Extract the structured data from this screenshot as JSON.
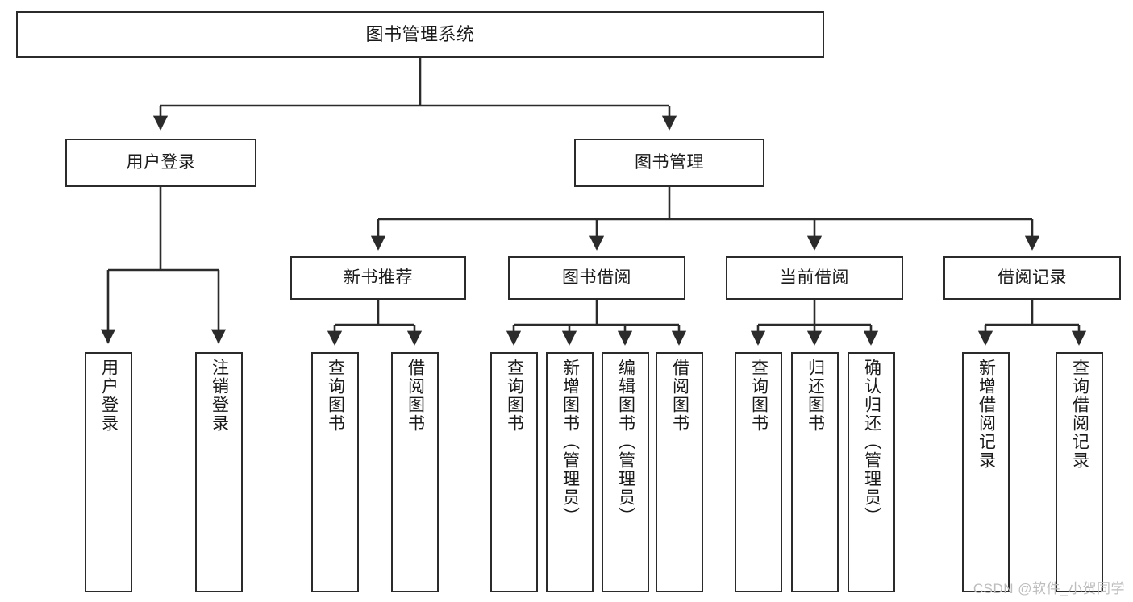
{
  "diagram": {
    "type": "tree",
    "title": "图书管理系统",
    "theme": {
      "box_border": "#2b2b2b",
      "box_fill": "#ffffff",
      "text": "#1a1a1a",
      "edge": "#2b2b2b",
      "background": "#ffffff",
      "watermark": "#bdbdbd"
    },
    "levels": {
      "root": "图书管理系统",
      "level2": [
        "用户登录",
        "图书管理"
      ],
      "level3": [
        "新书推荐",
        "图书借阅",
        "当前借阅",
        "借阅记录"
      ]
    },
    "nodes": {
      "root": {
        "label": "图书管理系统"
      },
      "user_login": {
        "label": "用户登录"
      },
      "book_manage": {
        "label": "图书管理"
      },
      "new_book_rec": {
        "label": "新书推荐"
      },
      "book_borrow": {
        "label": "图书借阅"
      },
      "current_borrow": {
        "label": "当前借阅"
      },
      "borrow_record": {
        "label": "借阅记录"
      },
      "leaf_user_login": {
        "label": "用户登录"
      },
      "leaf_logout": {
        "label": "注销登录"
      },
      "leaf_query_book_1": {
        "label": "查询图书"
      },
      "leaf_borrow_book_1": {
        "label": "借阅图书"
      },
      "leaf_query_book_2": {
        "label": "查询图书"
      },
      "leaf_add_book": {
        "label": "新增图书（管理员）"
      },
      "leaf_edit_book": {
        "label": "编辑图书（管理员）"
      },
      "leaf_borrow_book_2": {
        "label": "借阅图书"
      },
      "leaf_query_book_3": {
        "label": "查询图书"
      },
      "leaf_return_book": {
        "label": "归还图书"
      },
      "leaf_confirm_return": {
        "label": "确认归还（管理员）"
      },
      "leaf_add_record": {
        "label": "新增借阅记录"
      },
      "leaf_query_record": {
        "label": "查询借阅记录"
      }
    },
    "edges": [
      {
        "from": "root",
        "to": "user_login"
      },
      {
        "from": "root",
        "to": "book_manage"
      },
      {
        "from": "user_login",
        "to": "leaf_user_login"
      },
      {
        "from": "user_login",
        "to": "leaf_logout"
      },
      {
        "from": "book_manage",
        "to": "new_book_rec"
      },
      {
        "from": "book_manage",
        "to": "book_borrow"
      },
      {
        "from": "book_manage",
        "to": "current_borrow"
      },
      {
        "from": "book_manage",
        "to": "borrow_record"
      },
      {
        "from": "new_book_rec",
        "to": "leaf_query_book_1"
      },
      {
        "from": "new_book_rec",
        "to": "leaf_borrow_book_1"
      },
      {
        "from": "book_borrow",
        "to": "leaf_query_book_2"
      },
      {
        "from": "book_borrow",
        "to": "leaf_add_book"
      },
      {
        "from": "book_borrow",
        "to": "leaf_edit_book"
      },
      {
        "from": "book_borrow",
        "to": "leaf_borrow_book_2"
      },
      {
        "from": "current_borrow",
        "to": "leaf_query_book_3"
      },
      {
        "from": "current_borrow",
        "to": "leaf_return_book"
      },
      {
        "from": "current_borrow",
        "to": "leaf_confirm_return"
      },
      {
        "from": "borrow_record",
        "to": "leaf_add_record"
      },
      {
        "from": "borrow_record",
        "to": "leaf_query_record"
      }
    ]
  },
  "watermark": {
    "text": "CSDN @软件_小贺同学"
  }
}
